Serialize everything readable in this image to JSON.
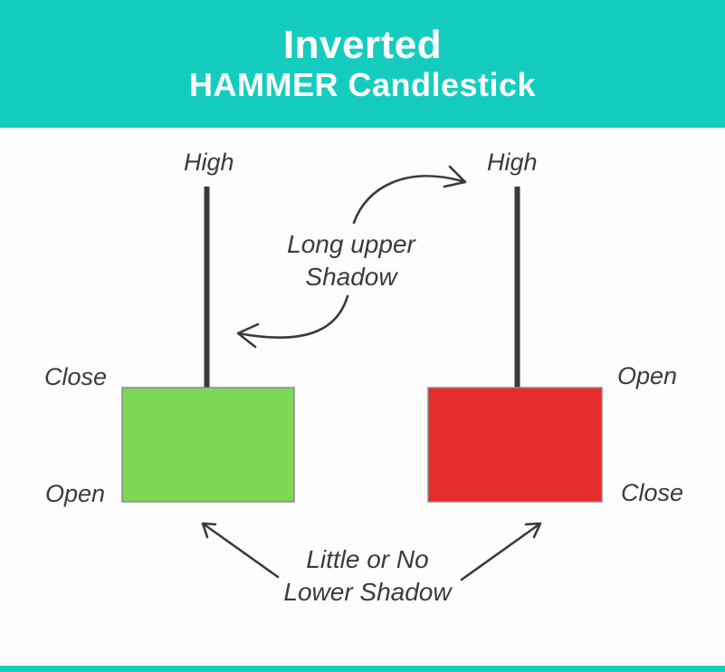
{
  "header": {
    "line1": "Inverted",
    "line2": "HAMMER Candlestick"
  },
  "colors": {
    "teal": "#15cdbe",
    "green": "#7ed858",
    "red": "#e62c2c",
    "line": "#3a3a3a",
    "body_border": "#8a8a8a",
    "label_text": "#3b3b3b",
    "header_text": "#ffffff"
  },
  "left_candle": {
    "high": "High",
    "top": "Close",
    "bottom": "Open"
  },
  "right_candle": {
    "high": "High",
    "top": "Open",
    "bottom": "Close"
  },
  "annotations": {
    "upper_line1": "Long upper",
    "upper_line2": "Shadow",
    "lower_line1": "Little or No",
    "lower_line2": "Lower Shadow"
  }
}
